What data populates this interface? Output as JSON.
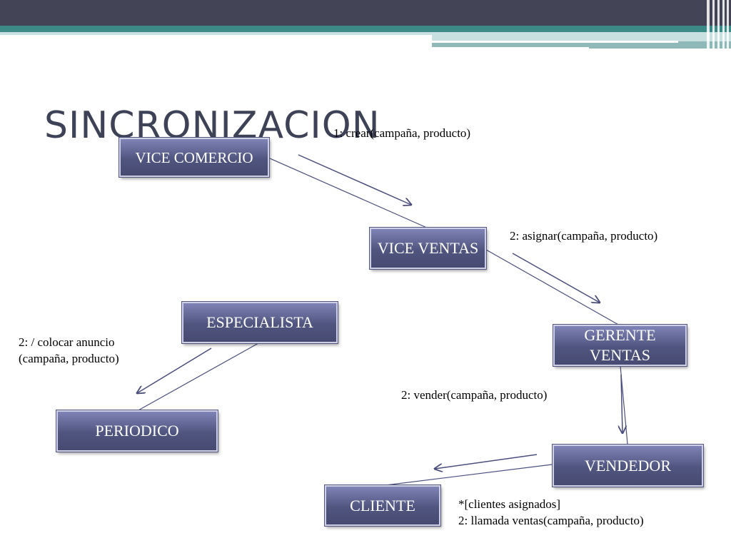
{
  "slide": {
    "title": "SINCRONIZACION"
  },
  "nodes": {
    "vice_comercio": "VICE COMERCIO",
    "vice_ventas": "VICE VENTAS",
    "gerente_ventas": "GERENTE VENTAS",
    "vendedor": "VENDEDOR",
    "cliente": "CLIENTE",
    "especialista": "ESPECIALISTA",
    "periodico": "PERIODICO"
  },
  "messages": {
    "crear": "1: crear(campaña, producto)",
    "asignar": "2: asignar(campaña, producto)",
    "vender": "2: vender(campaña, producto)",
    "clientes_line1": "*[clientes asignados]",
    "clientes_line2": "2: llamada ventas(campaña, producto)",
    "anuncio_line1": "2: / colocar anuncio",
    "anuncio_line2": "(campaña, producto)"
  },
  "colors": {
    "header_dark": "#434556",
    "header_teal": "#3b8a87",
    "header_light": "#b9d6d6",
    "node_fill_top": "#7f83b6",
    "node_fill_bottom": "#474b72",
    "link_line": "#4a4e7c",
    "title_text": "#3d4256"
  }
}
